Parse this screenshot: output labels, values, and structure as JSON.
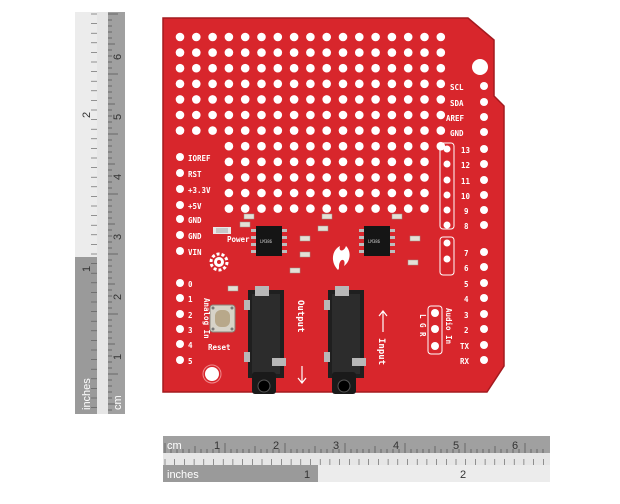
{
  "colors": {
    "board": "#d8262c",
    "board_dark": "#b81d22",
    "pad": "#ffffff",
    "ruler_light": "#e6e6e6",
    "ruler_dark": "#9a9a9a",
    "jack": "#1f1f1f",
    "chip": "#151515"
  },
  "board": {
    "left_header_labels": [
      "IOREF",
      "RST",
      "+3.3V",
      "+5V",
      "GND",
      "GND",
      "VIN"
    ],
    "analog_labels": [
      "0",
      "1",
      "2",
      "3",
      "4",
      "5"
    ],
    "right_top_labels": [
      "SCL",
      "SDA",
      "AREF",
      "GND"
    ],
    "right_digital_labels": [
      "13",
      "12",
      "11",
      "10",
      "9",
      "8",
      "7",
      "6",
      "5",
      "4",
      "3",
      "2",
      "TX",
      "RX"
    ],
    "audio_in_title": "Audio In",
    "audio_in_channels": "L G R",
    "power_label": "Power",
    "analog_in_label": "Analog In",
    "reset_label": "Reset",
    "output_label": "Output",
    "input_label": "Input",
    "chip_text": "LM386"
  },
  "ruler_vertical": {
    "cm_label": "cm",
    "inches_label": "inches",
    "cm_ticks": [
      "1",
      "2",
      "3",
      "4",
      "5",
      "6"
    ],
    "inch_ticks": [
      "1",
      "2"
    ]
  },
  "ruler_horizontal": {
    "cm_label": "cm",
    "inches_label": "inches",
    "cm_ticks": [
      "1",
      "2",
      "3",
      "4",
      "5",
      "6"
    ],
    "inch_ticks": [
      "1",
      "2"
    ]
  }
}
